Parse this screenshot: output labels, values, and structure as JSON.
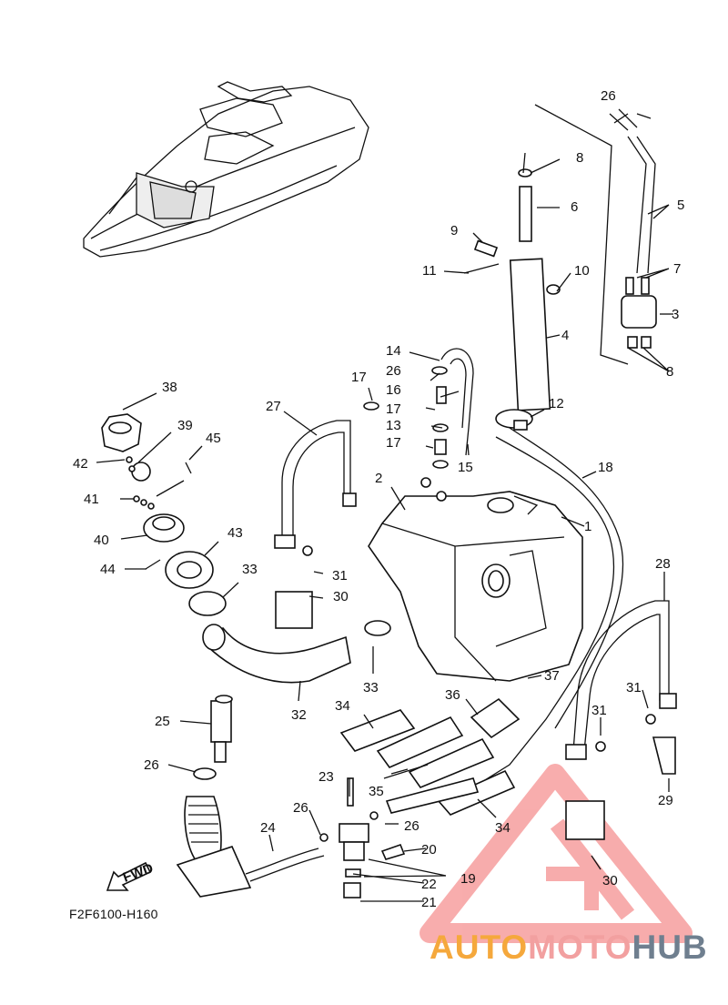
{
  "diagram": {
    "code": "F2F6100-H160",
    "fwd_label": "FWD",
    "watermark": {
      "part1": "AUTO",
      "part2": "MOTO",
      "part3": "HUB",
      "color1": "#f5a83c",
      "color2": "#f2a0a0",
      "color3": "#6f7f8f",
      "logo_color": "#f26a6a"
    },
    "callouts": [
      {
        "num": "1"
      },
      {
        "num": "2"
      },
      {
        "num": "3"
      },
      {
        "num": "4"
      },
      {
        "num": "5"
      },
      {
        "num": "6"
      },
      {
        "num": "7"
      },
      {
        "num": "8"
      },
      {
        "num": "8"
      },
      {
        "num": "9"
      },
      {
        "num": "10"
      },
      {
        "num": "11"
      },
      {
        "num": "12"
      },
      {
        "num": "13"
      },
      {
        "num": "14"
      },
      {
        "num": "15"
      },
      {
        "num": "16"
      },
      {
        "num": "17"
      },
      {
        "num": "17"
      },
      {
        "num": "17"
      },
      {
        "num": "18"
      },
      {
        "num": "19"
      },
      {
        "num": "20"
      },
      {
        "num": "21"
      },
      {
        "num": "22"
      },
      {
        "num": "23"
      },
      {
        "num": "24"
      },
      {
        "num": "25"
      },
      {
        "num": "26"
      },
      {
        "num": "26"
      },
      {
        "num": "26"
      },
      {
        "num": "26"
      },
      {
        "num": "26"
      },
      {
        "num": "27"
      },
      {
        "num": "28"
      },
      {
        "num": "29"
      },
      {
        "num": "30"
      },
      {
        "num": "30"
      },
      {
        "num": "31"
      },
      {
        "num": "31"
      },
      {
        "num": "31"
      },
      {
        "num": "32"
      },
      {
        "num": "33"
      },
      {
        "num": "33"
      },
      {
        "num": "34"
      },
      {
        "num": "34"
      },
      {
        "num": "35"
      },
      {
        "num": "36"
      },
      {
        "num": "37"
      },
      {
        "num": "38"
      },
      {
        "num": "39"
      },
      {
        "num": "40"
      },
      {
        "num": "41"
      },
      {
        "num": "42"
      },
      {
        "num": "43"
      },
      {
        "num": "44"
      },
      {
        "num": "45"
      }
    ]
  }
}
